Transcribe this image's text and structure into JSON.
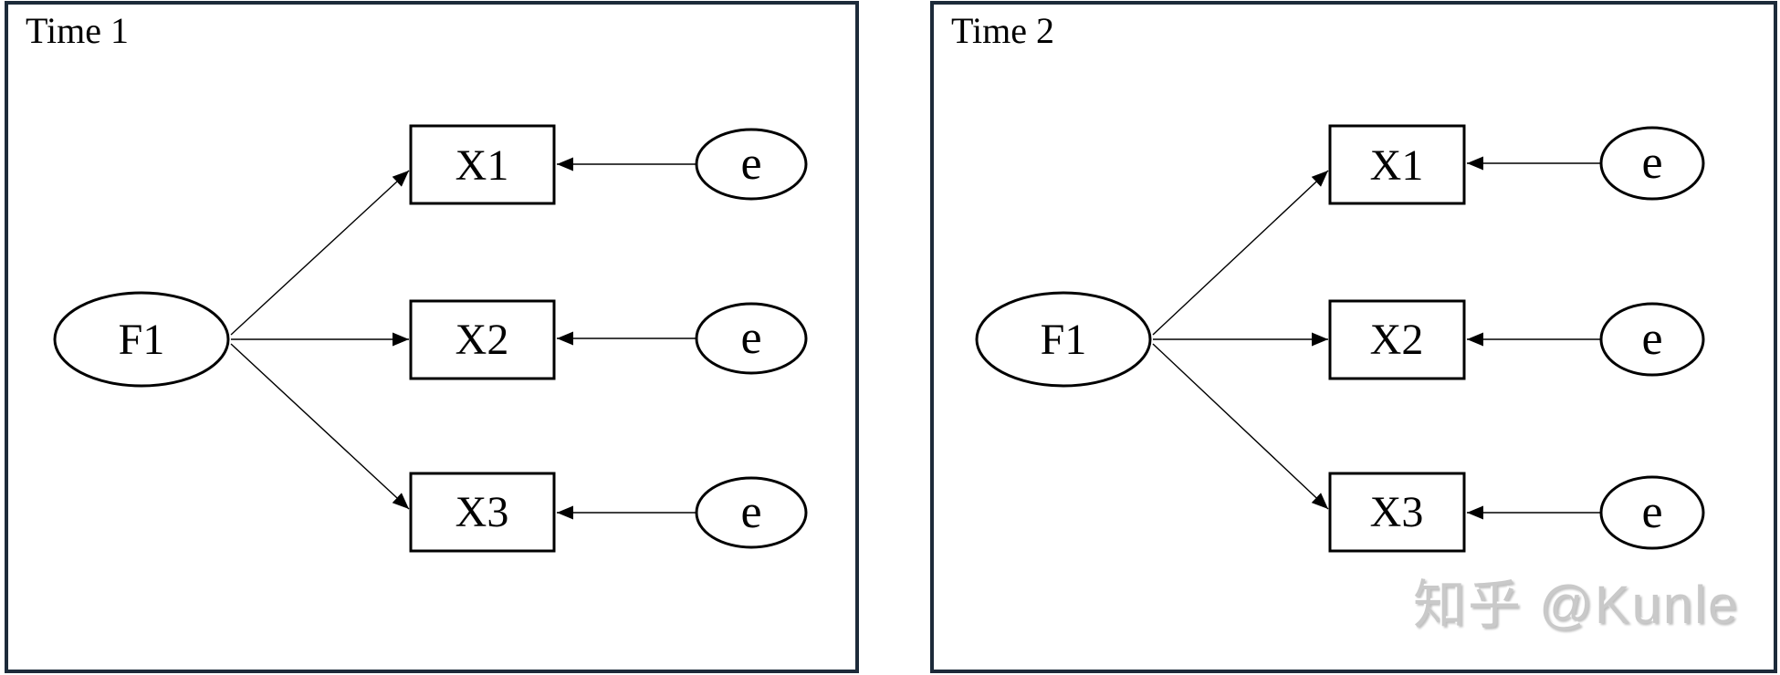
{
  "figure": {
    "type": "factor-model-path-diagram",
    "watermark": "知乎 @Kunle"
  },
  "colors": {
    "panel_border": "#1d2b3a",
    "diagram_ink": "#000000",
    "watermark_gray": "#c9c9c9",
    "background": "#ffffff"
  },
  "panels": [
    {
      "title": "Time 1",
      "factor": "F1",
      "indicators": [
        "X1",
        "X2",
        "X3"
      ],
      "errors": [
        "e",
        "e",
        "e"
      ]
    },
    {
      "title": "Time 2",
      "factor": "F1",
      "indicators": [
        "X1",
        "X2",
        "X3"
      ],
      "errors": [
        "e",
        "e",
        "e"
      ]
    }
  ]
}
